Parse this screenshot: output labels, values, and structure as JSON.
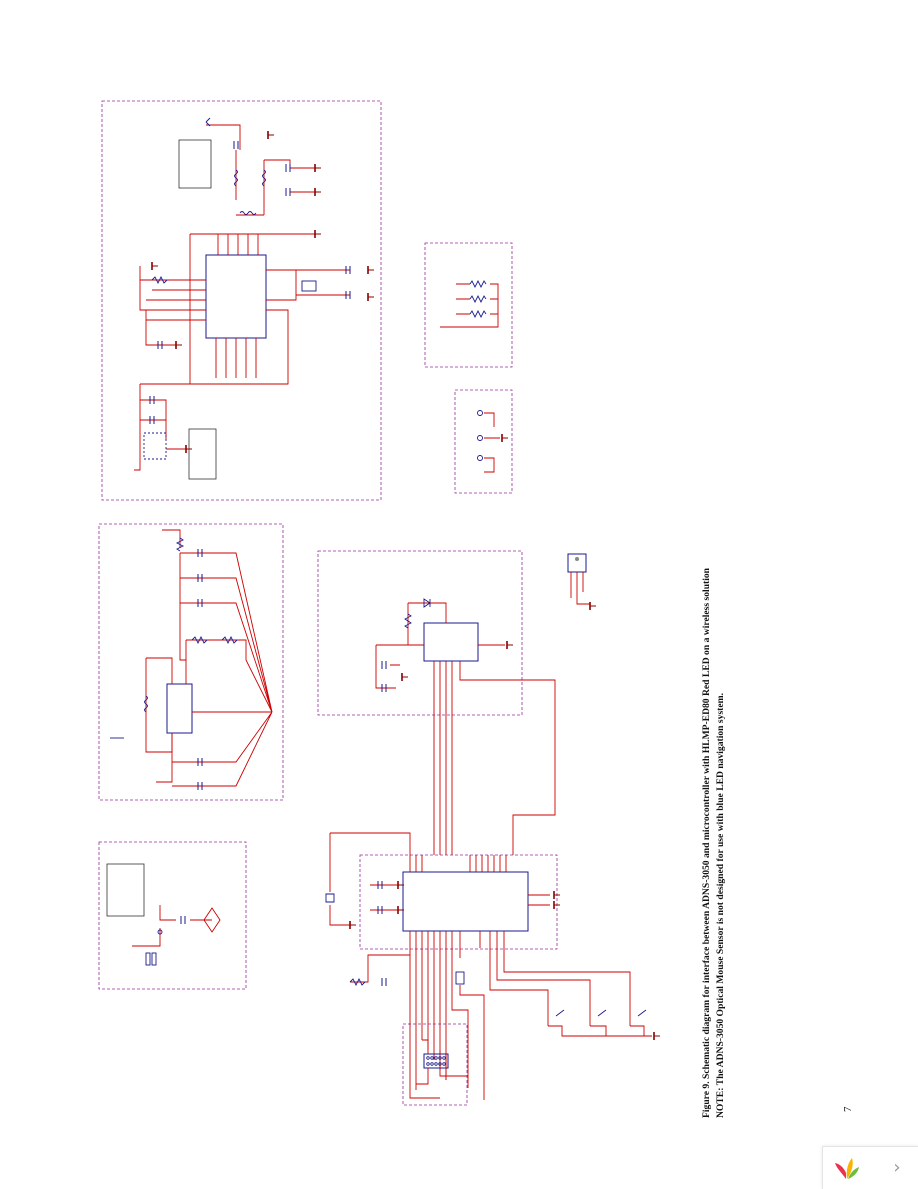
{
  "figure": {
    "caption_label": "Figure 9.",
    "caption_text": "Schematic diagram for interface between ADNS-3050 and microcontroller with HLMP-ED80 Red LED on a wireless solution",
    "note_label": "NOTE:",
    "note_text": "The ADNS-3050 Optical Mouse Sensor is not designed for use with blue LED navigation system."
  },
  "page": {
    "number": "7"
  },
  "viewer": {
    "logo_icon": "pdf-viewer-logo-icon",
    "next_icon": "chevron-right-icon",
    "next_glyph": "›"
  },
  "colors": {
    "wire": "#cc0000",
    "part": "#1a1a8c",
    "block_border": "#9b2d9b",
    "ground": "#8b0000"
  }
}
